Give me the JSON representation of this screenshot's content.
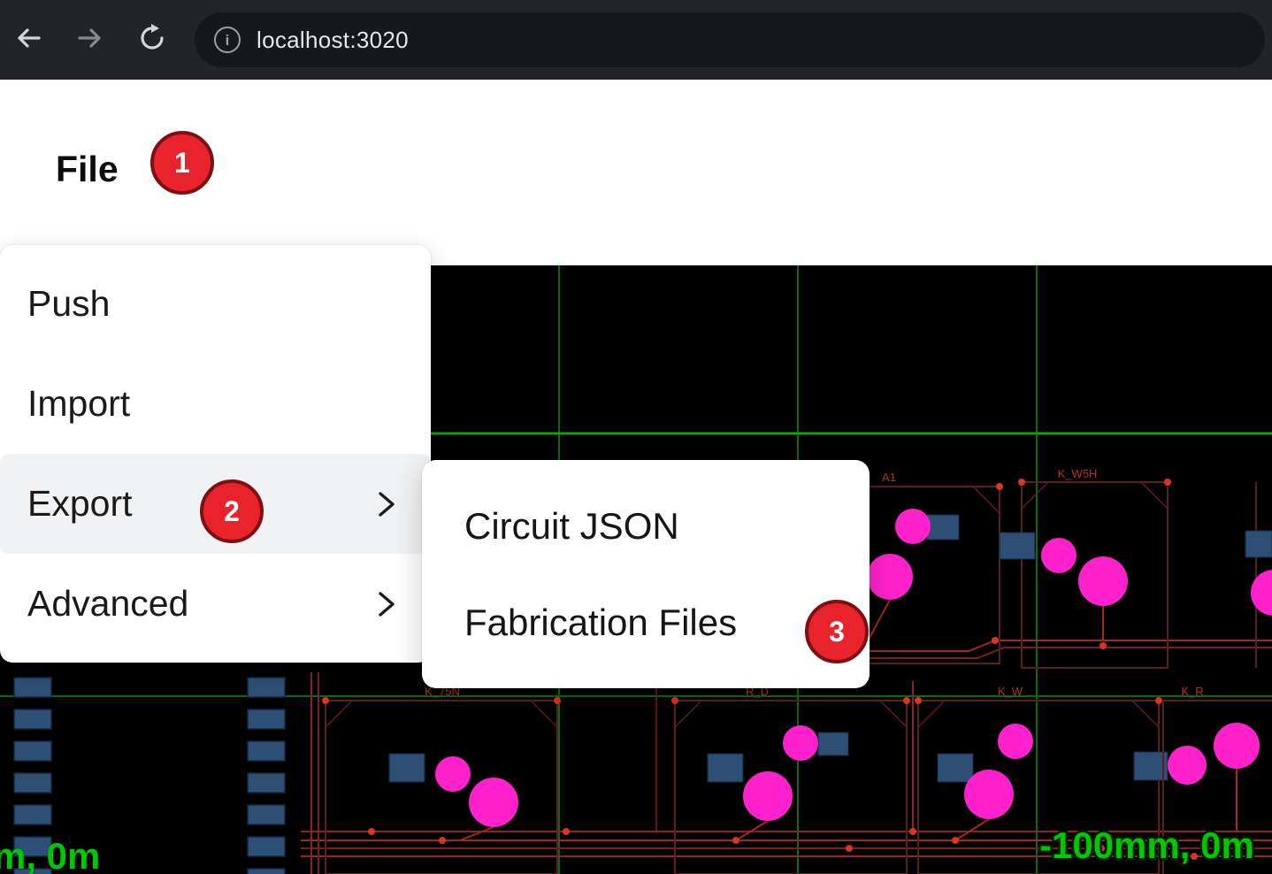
{
  "browser": {
    "url": "localhost:3020"
  },
  "page": {
    "file_menu_label": "File"
  },
  "menu": {
    "items": [
      {
        "label": "Push",
        "has_submenu": false
      },
      {
        "label": "Import",
        "has_submenu": false
      },
      {
        "label": "Export",
        "has_submenu": true,
        "highlighted": true
      },
      {
        "label": "Advanced",
        "has_submenu": true
      }
    ]
  },
  "submenu": {
    "items": [
      {
        "label": "Circuit JSON"
      },
      {
        "label": "Fabrication Files"
      }
    ]
  },
  "annotations": {
    "badges": [
      "1",
      "2",
      "3"
    ]
  },
  "canvas": {
    "coord_left": "m, 0m",
    "coord_right": "-100mm, 0m",
    "footprint_labels": [
      "A1",
      "K_W5H",
      "K_75N",
      "R_D",
      "K_W",
      "K_R"
    ],
    "colors": {
      "grid_green": "#0c6b0c",
      "bright_green": "#13a013",
      "pad_blue": "#2d4f76",
      "hole_magenta": "#ff22cc",
      "trace_red": "#a3281f",
      "outline_maroon": "#5a211c",
      "coord_text_green": "#00c800",
      "badge_red": "#e8232b"
    }
  }
}
